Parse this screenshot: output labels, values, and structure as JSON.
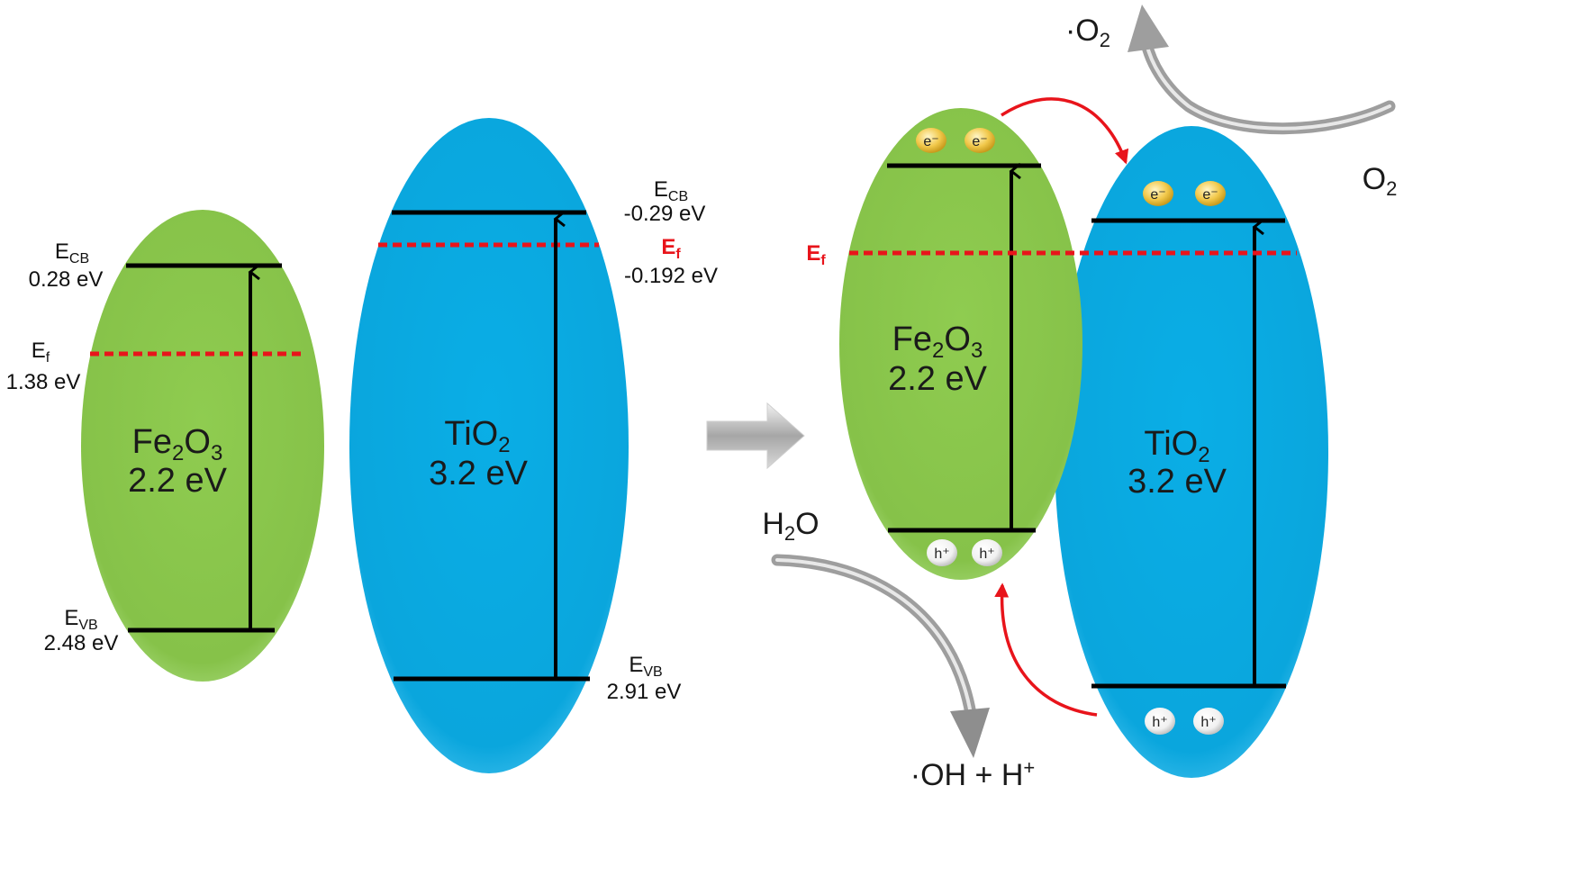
{
  "colors": {
    "fe2o3_fill": "#8cc94d",
    "tio2_fill": "#0aaee6",
    "fermi_line": "#e8141b",
    "band_line": "#000000",
    "transfer_arrow": "#e8141b",
    "process_arrow": "#8c8c8c",
    "electron_fill": "#f2c94c",
    "hole_fill": "#ffffff"
  },
  "left_fe2o3": {
    "formula_base": "Fe",
    "formula_sub1": "2",
    "formula_mid": "O",
    "formula_sub2": "3",
    "gap": "2.2 eV",
    "ecb_symbol": "E",
    "ecb_sub": "CB",
    "ecb_value": "0.28 eV",
    "ef_symbol": "E",
    "ef_sub": "f",
    "ef_value": "1.38 eV",
    "evb_symbol": "E",
    "evb_sub": "VB",
    "evb_value": "2.48 eV"
  },
  "left_tio2": {
    "formula_base": "TiO",
    "formula_sub": "2",
    "gap": "3.2 eV",
    "ecb_symbol": "E",
    "ecb_sub": "CB",
    "ecb_value": "-0.29 eV",
    "ef_symbol": "E",
    "ef_sub": "f",
    "ef_value": "-0.192 eV",
    "evb_symbol": "E",
    "evb_sub": "VB",
    "evb_value": "2.91 eV"
  },
  "right_fe2o3": {
    "formula_base": "Fe",
    "formula_sub1": "2",
    "formula_mid": "O",
    "formula_sub2": "3",
    "gap": "2.2 eV",
    "electron_label": "e⁻",
    "hole_label": "h⁺"
  },
  "right_tio2": {
    "formula_base": "TiO",
    "formula_sub": "2",
    "gap": "3.2 eV",
    "electron_label": "e⁻",
    "hole_label": "h⁺"
  },
  "junction": {
    "ef_symbol": "E",
    "ef_sub": "f"
  },
  "reactions": {
    "o2_dot_prefix": "·O",
    "o2_dot_sub": "2",
    "o2_base": "O",
    "o2_sub": "2",
    "h2o_base": "H",
    "h2o_sub": "2",
    "h2o_tail": "O",
    "oh_text": "·OH + H",
    "oh_sup": "+"
  }
}
